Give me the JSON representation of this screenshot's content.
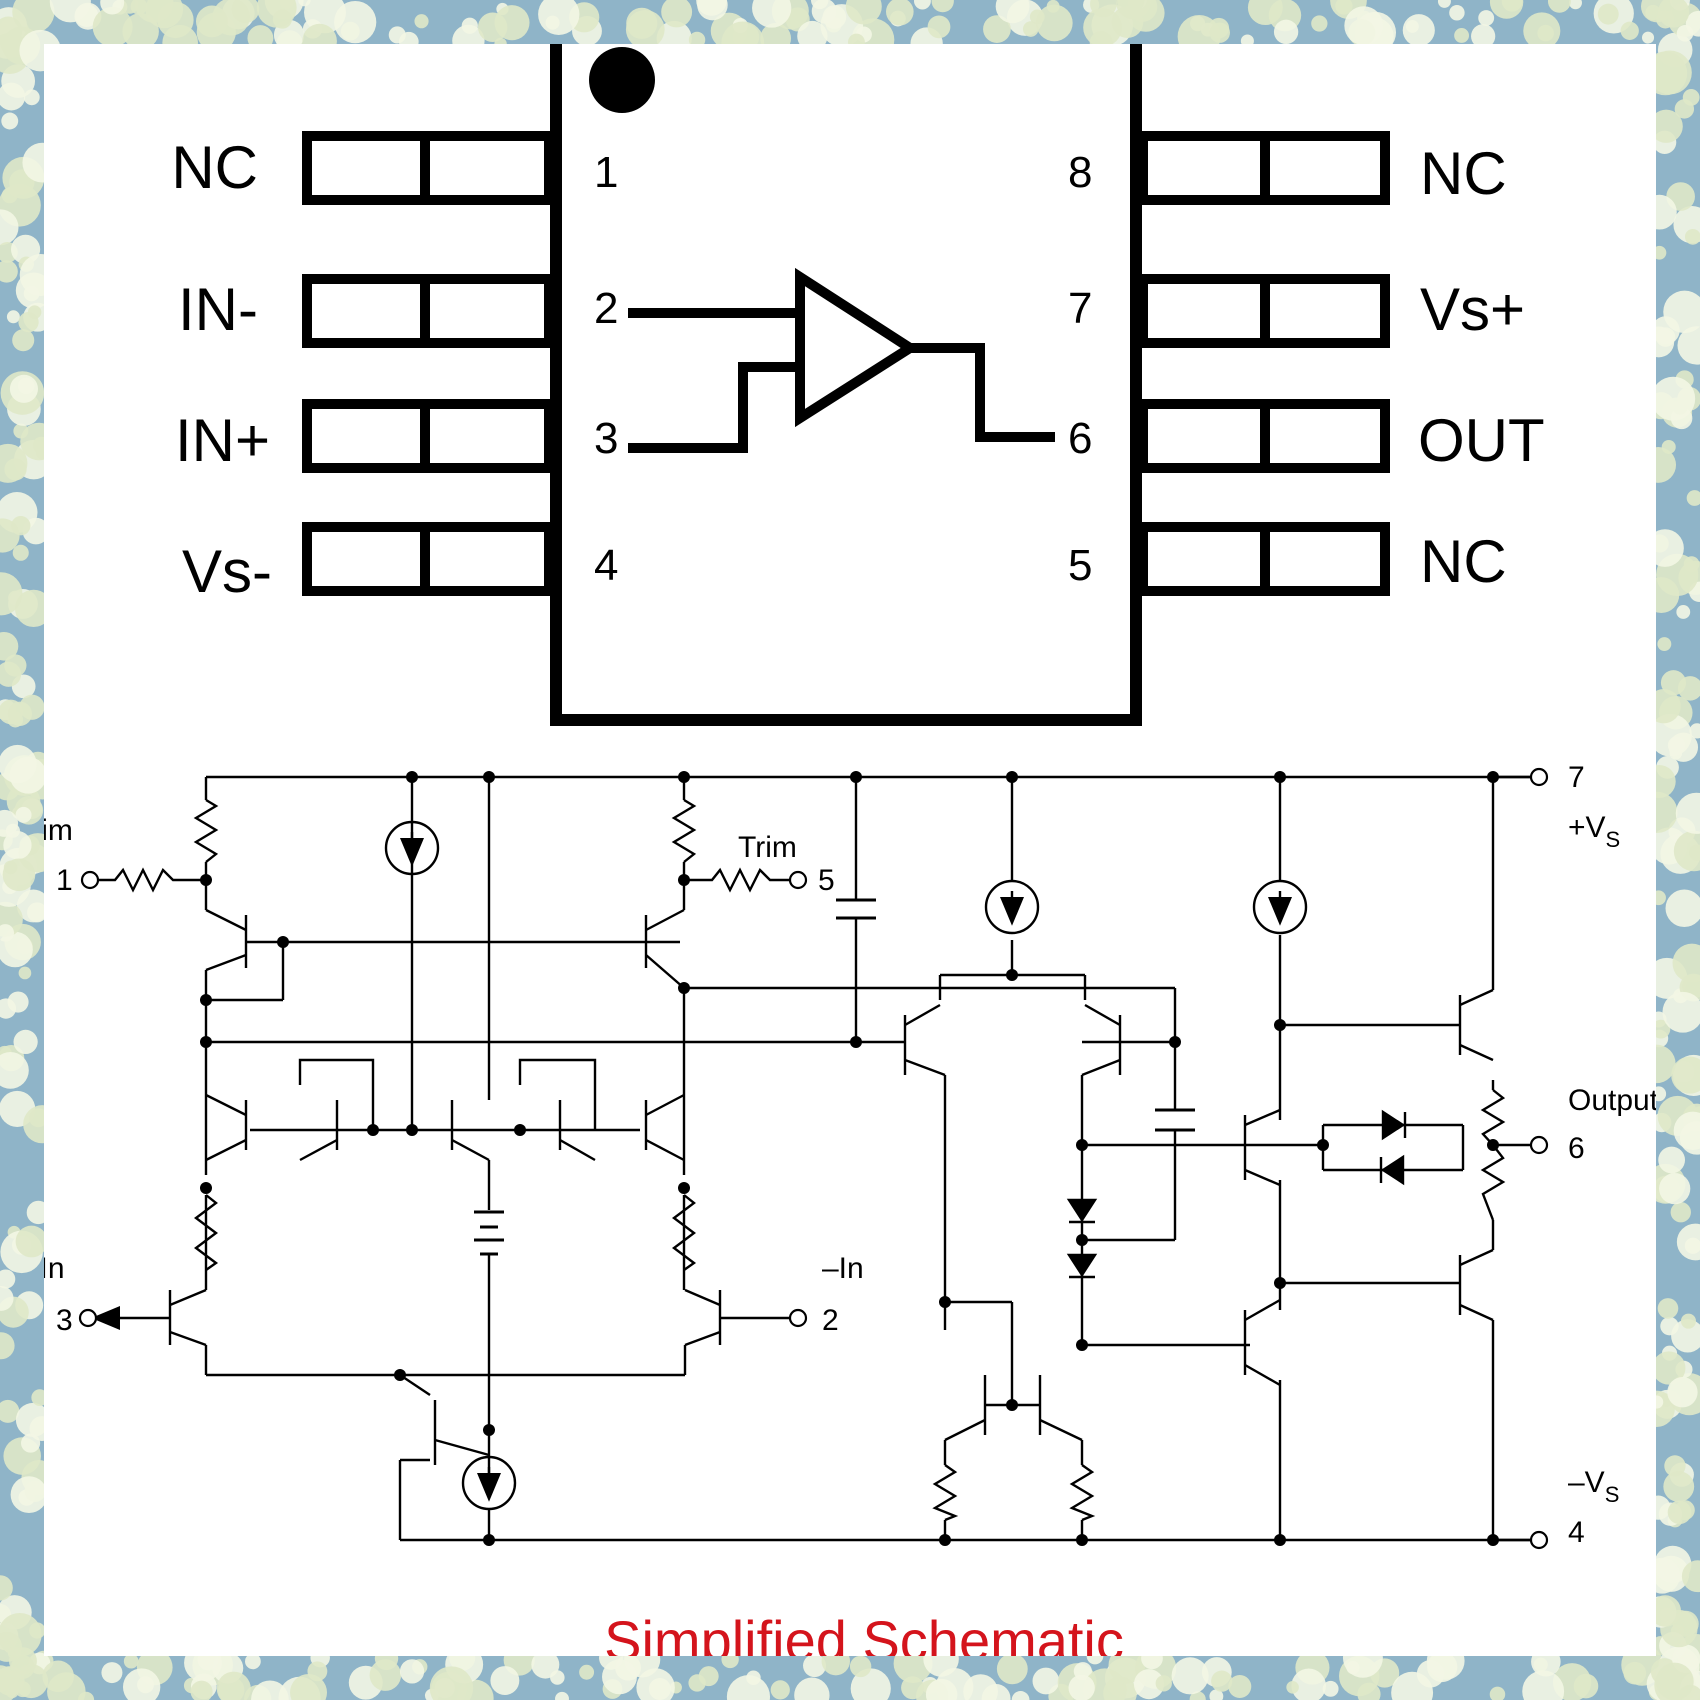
{
  "background": {
    "sky": "#8fb4c8",
    "foliage": "#dfe8c8",
    "leaf": "#f3f6e4"
  },
  "colors": {
    "ink": "#000000",
    "title": "#d4141c"
  },
  "package": {
    "orientation_mark": "filled-dot",
    "pins_left": [
      {
        "num": "1",
        "label": "NC"
      },
      {
        "num": "2",
        "label": "IN-"
      },
      {
        "num": "3",
        "label": "IN+"
      },
      {
        "num": "4",
        "label": "Vs-"
      }
    ],
    "pins_right": [
      {
        "num": "8",
        "label": "NC"
      },
      {
        "num": "7",
        "label": "Vs+"
      },
      {
        "num": "6",
        "label": "OUT"
      },
      {
        "num": "5",
        "label": "NC"
      }
    ],
    "symbol": "op-amp-triangle"
  },
  "schematic": {
    "title": "Simplified Schematic",
    "terminals": {
      "pin7": "7",
      "vplus": "+V",
      "vplus_sub": "S",
      "pin6": "6",
      "output": "Output",
      "pin4": "4",
      "vminus": "–V",
      "vminus_sub": "S",
      "trim_left_num": "1",
      "trim_left": "Trim",
      "trim_right_num": "5",
      "trim_right": "Trim",
      "pin3": "3",
      "plus_in": "+In",
      "pin2": "2",
      "minus_in": "–In"
    }
  }
}
